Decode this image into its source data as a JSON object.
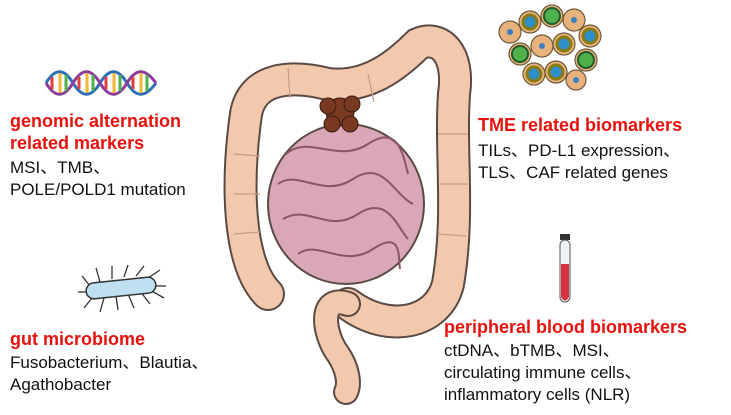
{
  "genomic": {
    "title_line1": "genomic alternation",
    "title_line2": "related markers",
    "line1": "MSI、TMB、",
    "line2": "POLE/POLD1 mutation"
  },
  "tme": {
    "title": "TME related biomarkers",
    "line1": "TILs、PD-L1 expression、",
    "line2": "TLS、CAF related genes"
  },
  "gut": {
    "title": "gut microbiome",
    "line1": "Fusobacterium、Blautia、",
    "line2": "Agathobacter"
  },
  "blood": {
    "title": "peripheral blood biomarkers",
    "line1": "ctDNA、bTMB、MSI、",
    "line2": "circulating immune cells、",
    "line3": "inflammatory cells (NLR)"
  },
  "colors": {
    "title_red": "#e8120c",
    "colon": "#f3c9ad",
    "small_intestine": "#d9a7b8",
    "tumor": "#7a3a22",
    "blood": "#d8313f"
  },
  "icons": [
    "dna-icon",
    "cell-cluster-icon",
    "bacterium-icon",
    "blood-tube-icon",
    "intestine-illustration"
  ]
}
